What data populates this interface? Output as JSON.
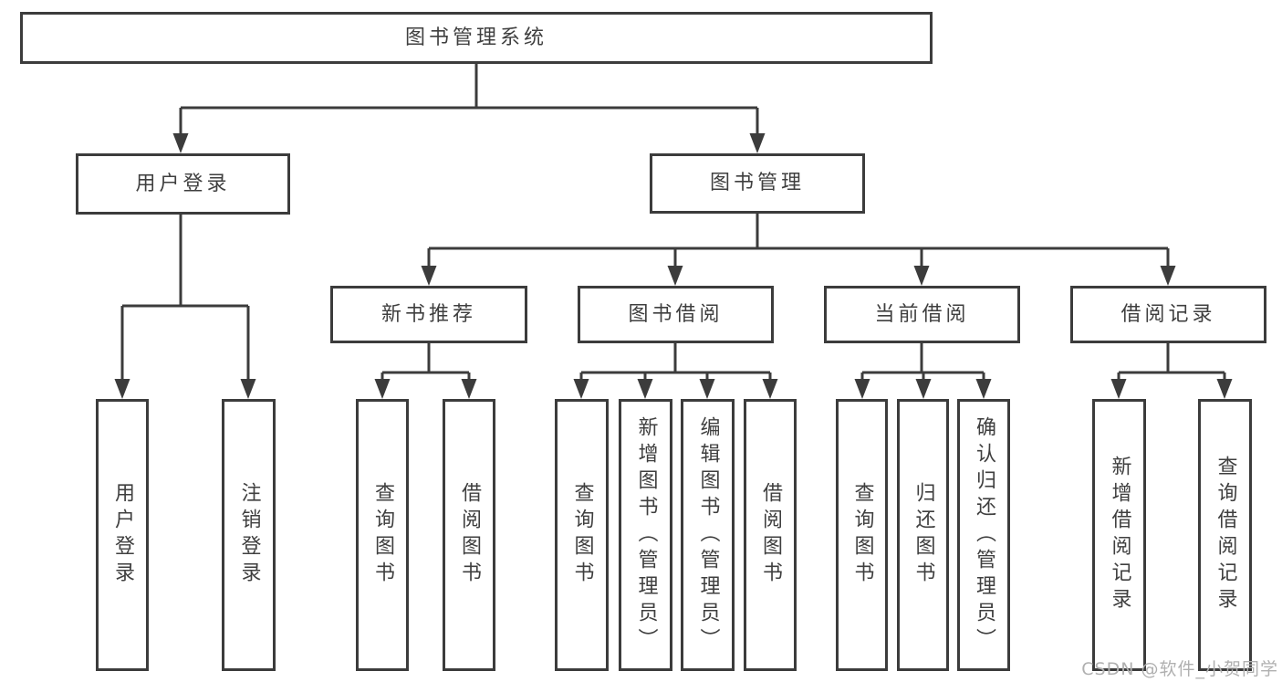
{
  "diagram": {
    "root": {
      "label": "图书管理系统"
    },
    "branches": [
      {
        "label": "用户登录",
        "children": [
          {
            "label": "用户登录"
          },
          {
            "label": "注销登录"
          }
        ]
      },
      {
        "label": "图书管理",
        "children": [
          {
            "label": "新书推荐",
            "children": [
              {
                "label": "查询图书"
              },
              {
                "label": "借阅图书"
              }
            ]
          },
          {
            "label": "图书借阅",
            "children": [
              {
                "label": "查询图书"
              },
              {
                "label": "新增图书（管理员）"
              },
              {
                "label": "编辑图书（管理员）"
              },
              {
                "label": "借阅图书"
              }
            ]
          },
          {
            "label": "当前借阅",
            "children": [
              {
                "label": "查询图书"
              },
              {
                "label": "归还图书"
              },
              {
                "label": "确认归还（管理员）"
              }
            ]
          },
          {
            "label": "借阅记录",
            "children": [
              {
                "label": "新增借阅记录"
              },
              {
                "label": "查询借阅记录"
              }
            ]
          }
        ]
      }
    ]
  },
  "watermark": {
    "text": "CSDN @软件_小贺同学"
  },
  "colors": {
    "line": "#3c3c3c",
    "text": "#3f3f3f",
    "watermark": "#b0b0b0",
    "background": "#ffffff"
  }
}
